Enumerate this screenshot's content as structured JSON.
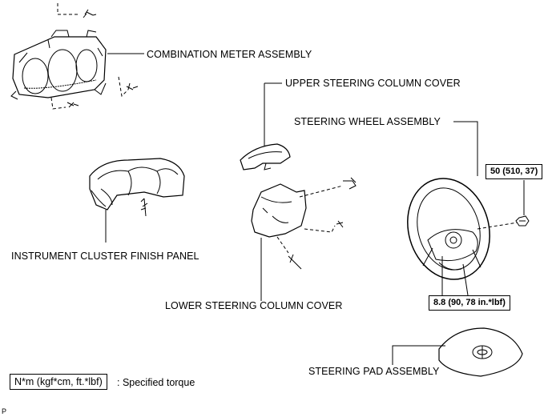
{
  "labels": {
    "combination_meter": "COMBINATION METER ASSEMBLY",
    "upper_cover": "UPPER STEERING COLUMN COVER",
    "steering_wheel": "STEERING WHEEL ASSEMBLY",
    "finish_panel": "INSTRUMENT CLUSTER FINISH PANEL",
    "lower_cover": "LOWER STEERING COLUMN COVER",
    "steering_pad": "STEERING PAD ASSEMBLY"
  },
  "torque": {
    "nut": "50 (510, 37)",
    "screw": "8.8 (90, 78 in.*lbf)"
  },
  "legend": {
    "unit_box": "N*m (kgf*cm, ft.*lbf)",
    "description": ": Specified torque"
  },
  "corner_mark": "P",
  "colors": {
    "line": "#000000",
    "background": "#ffffff"
  }
}
